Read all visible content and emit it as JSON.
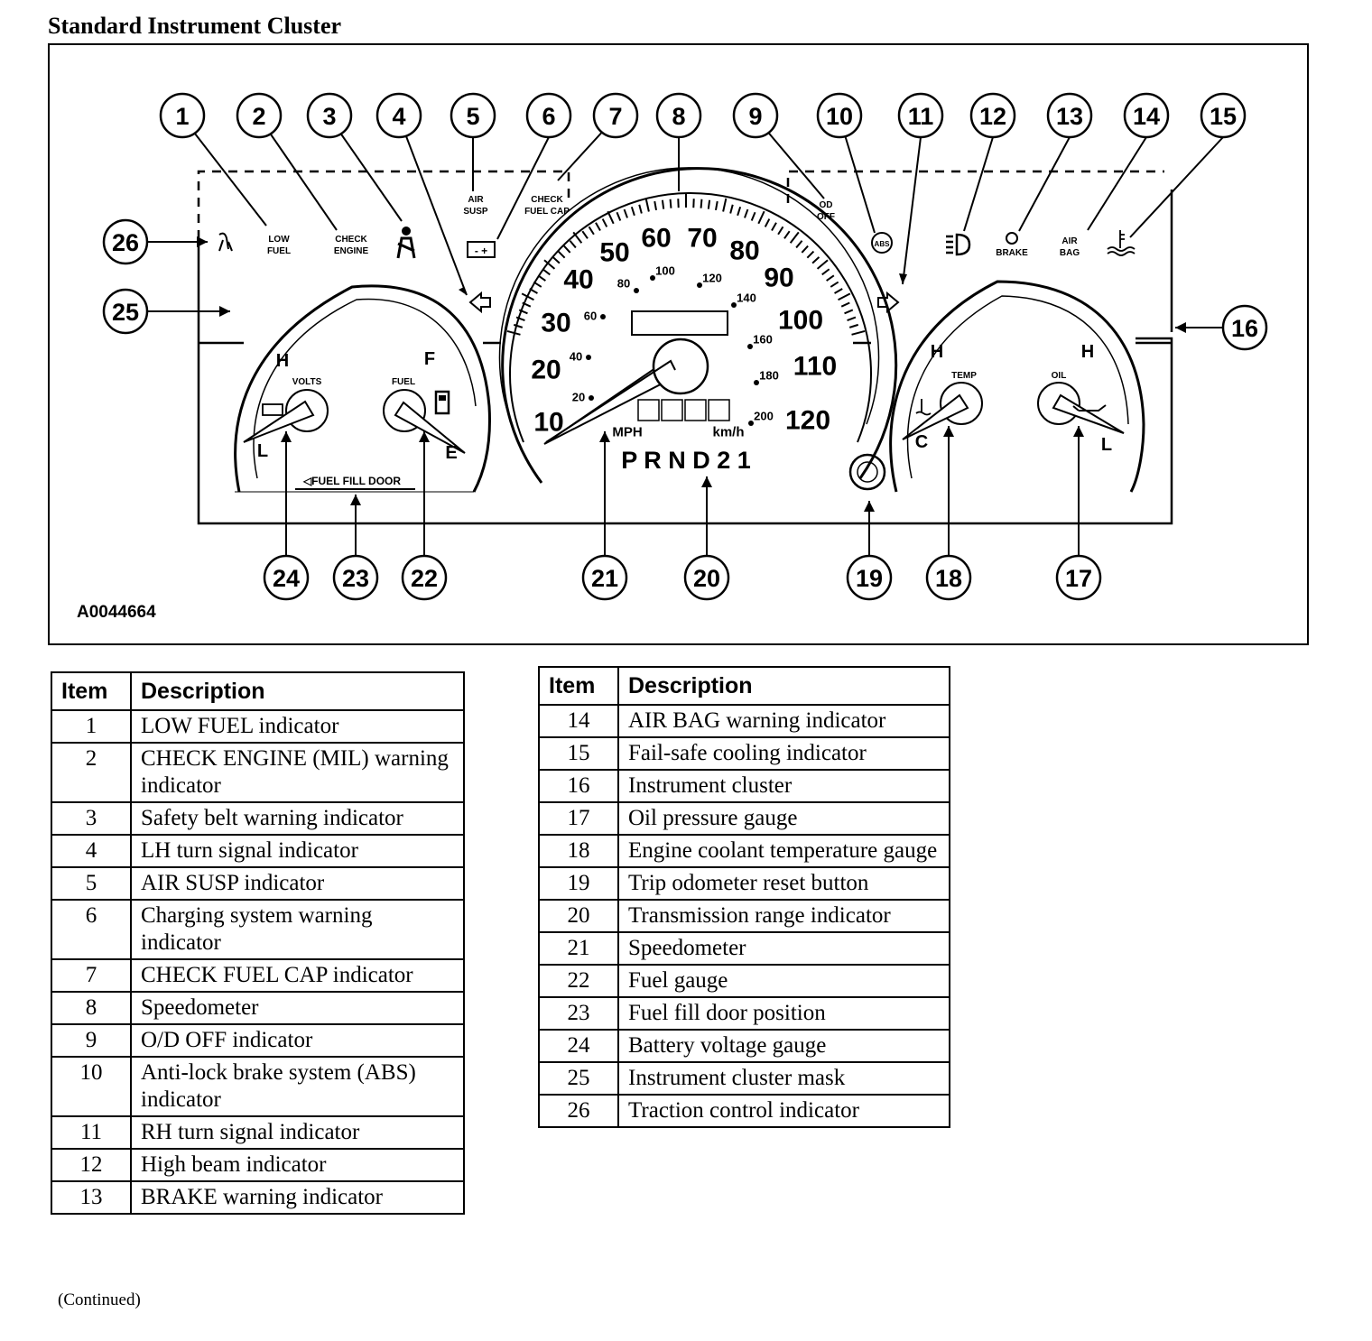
{
  "title": "Standard Instrument Cluster",
  "figure_id": "A0044664",
  "callouts": {
    "c1": "1",
    "c2": "2",
    "c3": "3",
    "c4": "4",
    "c5": "5",
    "c6": "6",
    "c7": "7",
    "c8": "8",
    "c9": "9",
    "c10": "10",
    "c11": "11",
    "c12": "12",
    "c13": "13",
    "c14": "14",
    "c15": "15",
    "c16": "16",
    "c17": "17",
    "c18": "18",
    "c19": "19",
    "c20": "20",
    "c21": "21",
    "c22": "22",
    "c23": "23",
    "c24": "24",
    "c25": "25",
    "c26": "26"
  },
  "cluster_labels": {
    "low_fuel_1": "LOW",
    "low_fuel_2": "FUEL",
    "check_engine_1": "CHECK",
    "check_engine_2": "ENGINE",
    "air_susp_1": "AIR",
    "air_susp_2": "SUSP",
    "check_fuel_cap_1": "CHECK",
    "check_fuel_cap_2": "FUEL CAP",
    "od_off_1": "OD",
    "od_off_2": "OFF",
    "abs": "ABS",
    "brake": "BRAKE",
    "air_bag_1": "AIR",
    "air_bag_2": "BAG",
    "volts": "VOLTS",
    "fuel": "FUEL",
    "temp": "TEMP",
    "oil": "OIL",
    "volts_h": "H",
    "volts_l": "L",
    "fuel_f": "F",
    "fuel_e": "E",
    "temp_h": "H",
    "temp_c": "C",
    "oil_h": "H",
    "oil_l": "L",
    "fuel_fill_door": "◁FUEL FILL DOOR",
    "mph": "MPH",
    "kmh": "km/h",
    "prnd": "P  R N D 2 1"
  },
  "speedometer": {
    "mph_labels": [
      "10",
      "20",
      "30",
      "40",
      "50",
      "60",
      "70",
      "80",
      "90",
      "100",
      "110",
      "120"
    ],
    "kmh_labels": [
      "20",
      "40",
      "60",
      "80",
      "100",
      "120",
      "140",
      "160",
      "180",
      "200"
    ]
  },
  "table_headers": {
    "item": "Item",
    "description": "Description"
  },
  "items_left": [
    {
      "item": "1",
      "description": "LOW FUEL indicator"
    },
    {
      "item": "2",
      "description": "CHECK ENGINE (MIL) warning indicator"
    },
    {
      "item": "3",
      "description": "Safety belt warning indicator"
    },
    {
      "item": "4",
      "description": "LH turn signal indicator"
    },
    {
      "item": "5",
      "description": "AIR SUSP indicator"
    },
    {
      "item": "6",
      "description": "Charging system warning indicator"
    },
    {
      "item": "7",
      "description": "CHECK FUEL CAP indicator"
    },
    {
      "item": "8",
      "description": "Speedometer"
    },
    {
      "item": "9",
      "description": "O/D OFF indicator"
    },
    {
      "item": "10",
      "description": "Anti-lock brake system (ABS) indicator"
    },
    {
      "item": "11",
      "description": "RH turn signal indicator"
    },
    {
      "item": "12",
      "description": "High beam indicator"
    },
    {
      "item": "13",
      "description": "BRAKE warning indicator"
    }
  ],
  "items_right": [
    {
      "item": "14",
      "description": "AIR BAG warning indicator"
    },
    {
      "item": "15",
      "description": "Fail-safe cooling indicator"
    },
    {
      "item": "16",
      "description": "Instrument cluster"
    },
    {
      "item": "17",
      "description": "Oil pressure gauge"
    },
    {
      "item": "18",
      "description": "Engine coolant temperature gauge"
    },
    {
      "item": "19",
      "description": "Trip odometer reset button"
    },
    {
      "item": "20",
      "description": "Transmission range indicator"
    },
    {
      "item": "21",
      "description": "Speedometer"
    },
    {
      "item": "22",
      "description": "Fuel gauge"
    },
    {
      "item": "23",
      "description": "Fuel fill door position"
    },
    {
      "item": "24",
      "description": "Battery voltage gauge"
    },
    {
      "item": "25",
      "description": "Instrument cluster mask"
    },
    {
      "item": "26",
      "description": "Traction control indicator"
    }
  ],
  "continued": "(Continued)"
}
